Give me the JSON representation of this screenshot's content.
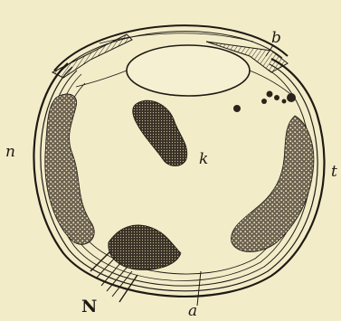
{
  "figure": {
    "labels": {
      "b": "b",
      "n": "n",
      "k": "k",
      "t": "t",
      "a": "a",
      "N": "N"
    },
    "colors": {
      "background": "#f3ecc9",
      "ink": "#1e1a14",
      "lens_fill": "#f6f0d2"
    }
  }
}
